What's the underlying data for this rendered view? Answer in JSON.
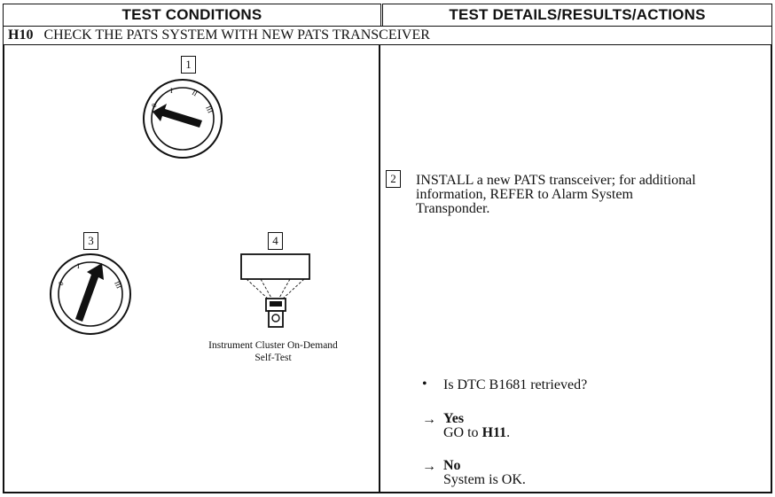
{
  "header": {
    "left": "TEST CONDITIONS",
    "right": "TEST DETAILS/RESULTS/ACTIONS"
  },
  "step": {
    "id": "H10",
    "title": "CHECK THE PATS SYSTEM WITH NEW PATS TRANSCEIVER"
  },
  "figures": {
    "tag1": "1",
    "tag3": "3",
    "tag4": "4",
    "caption_line1": "Instrument Cluster On-Demand",
    "caption_line2": "Self-Test"
  },
  "details": {
    "tag2": "2",
    "install_line1": "INSTALL a new PATS transceiver; for additional",
    "install_line2": "information, REFER to Alarm System",
    "install_line3": "Transponder.",
    "question": "Is DTC B1681 retrieved?",
    "bullet": "•",
    "arrow": "→",
    "yes_label": "Yes",
    "yes_action_prefix": "GO to ",
    "yes_action_target": "H11",
    "yes_action_suffix": ".",
    "no_label": "No",
    "no_action": "System is OK."
  }
}
